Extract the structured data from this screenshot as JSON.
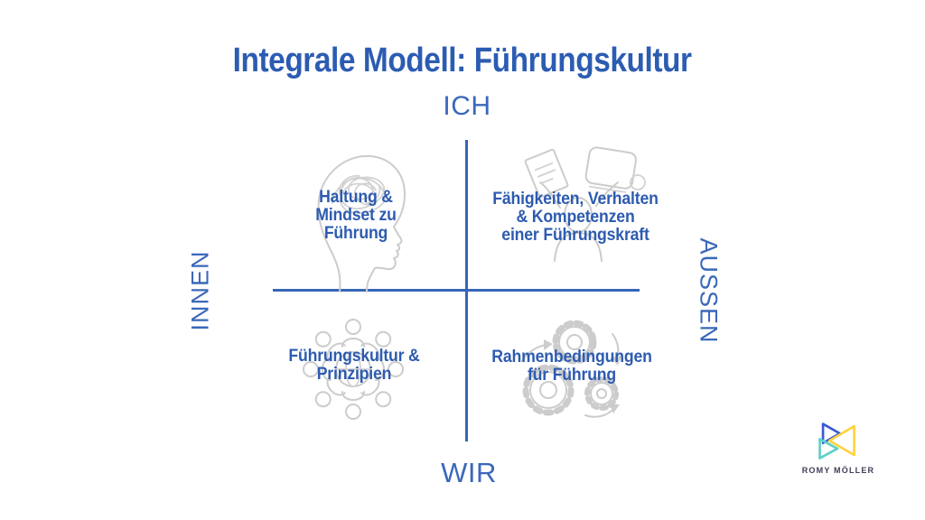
{
  "title": "Integrale Modell: Führungskultur",
  "axes": {
    "top": "ICH",
    "bottom": "WIR",
    "left": "INNEN",
    "right": "AUSSEN"
  },
  "quadrants": [
    {
      "id": "top-left",
      "label": "Haltung &\nMindset zu\nFührung",
      "icon": "tangled-mind-head-icon"
    },
    {
      "id": "top-right",
      "label": "Fähigkeiten, Verhalten\n& Kompetenzen\neiner Führungskraft",
      "icon": "multitasking-person-icon"
    },
    {
      "id": "bottom-left",
      "label": "Führungskultur &\nPrinzipien",
      "icon": "team-circle-globe-icon"
    },
    {
      "id": "bottom-right",
      "label": "Rahmenbedingungen\nfür Führung",
      "icon": "gears-process-icon"
    }
  ],
  "logo": {
    "brand": "ROMY MÖLLER"
  },
  "colors": {
    "title_blue": "#2c5cb2",
    "label_blue": "#2d5bb0",
    "pole_blue": "#3a68ba",
    "axis_line_blue": "#3566b8",
    "icon_gray": "#cccccc",
    "logo_blue": "#3a57d8",
    "logo_teal": "#5fd0c7",
    "logo_yellow": "#ffd23e",
    "logo_text": "#3e3e58"
  }
}
